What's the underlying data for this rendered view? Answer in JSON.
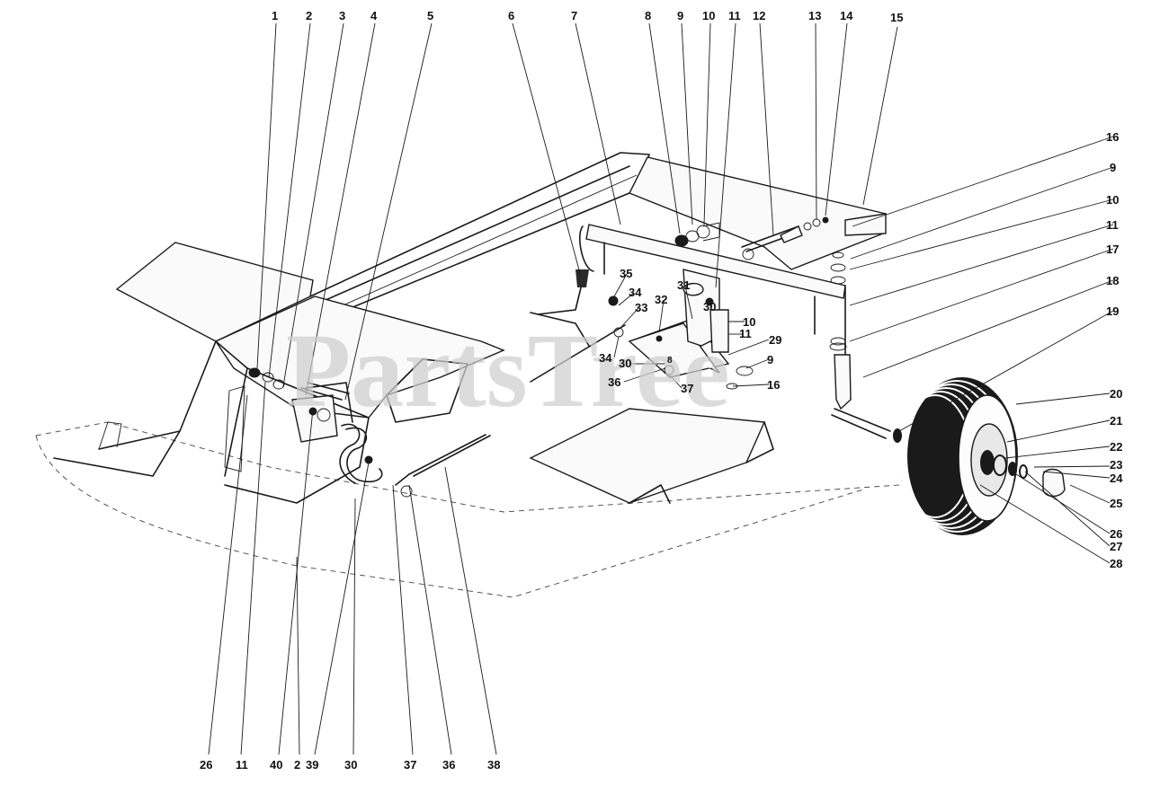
{
  "watermark": "PartsTree",
  "callouts_top": [
    "1",
    "2",
    "3",
    "4",
    "5",
    "6",
    "7",
    "8",
    "9",
    "10",
    "11",
    "12",
    "13",
    "14",
    "15"
  ],
  "callouts_right": [
    "16",
    "9",
    "10",
    "11",
    "17",
    "18",
    "19",
    "20",
    "21",
    "22",
    "23",
    "24",
    "25",
    "26",
    "27",
    "28"
  ],
  "callouts_bottom": [
    "26",
    "11",
    "40",
    "2",
    "39",
    "30",
    "37",
    "36",
    "38"
  ],
  "callouts_center": [
    "35",
    "34",
    "32",
    "31",
    "33",
    "30",
    "10",
    "11",
    "29",
    "34",
    "30",
    "36",
    "37",
    "9",
    "16",
    "8"
  ]
}
